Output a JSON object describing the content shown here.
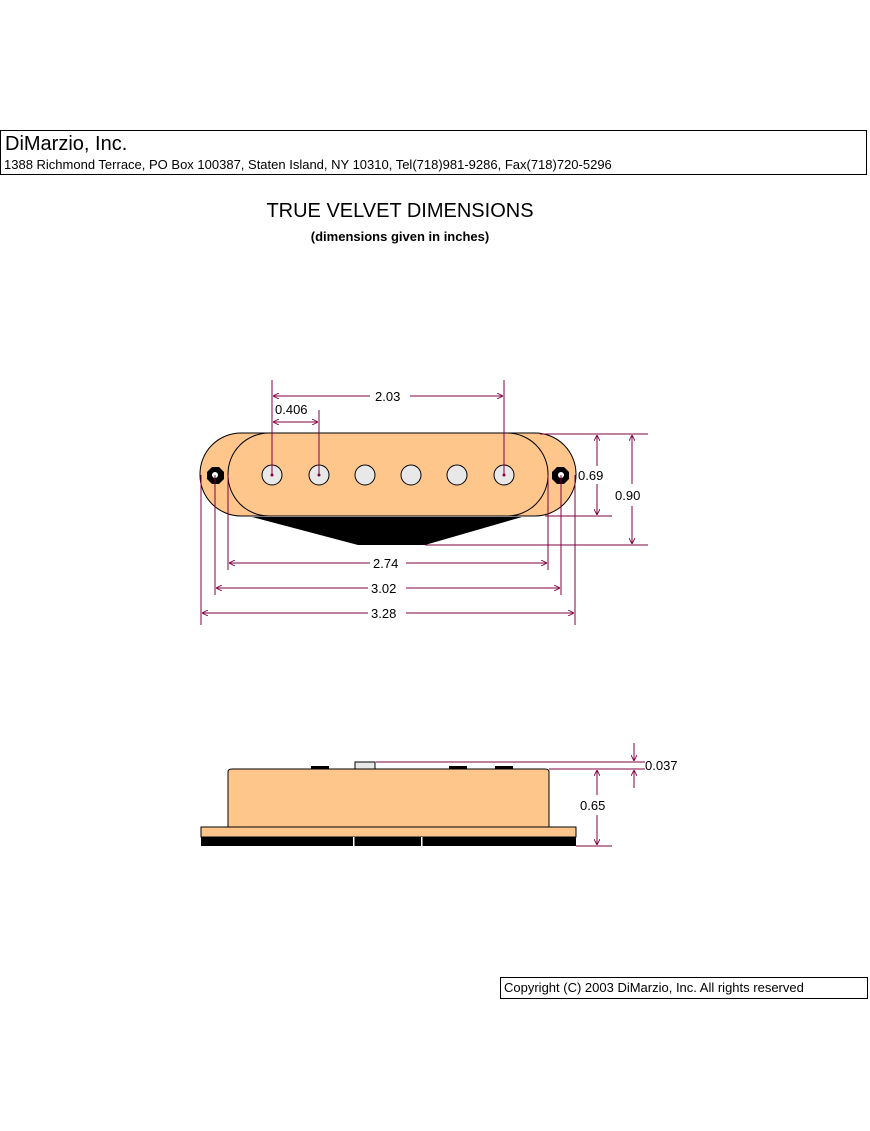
{
  "header": {
    "company_name": "DiMarzio, Inc.",
    "address": "1388 Richmond Terrace, PO Box 100387, Staten Island, NY 10310, Tel(718)981-9286, Fax(718)720-5296"
  },
  "title": "TRUE VELVET DIMENSIONS",
  "subtitle": "(dimensions given in inches)",
  "dimensions": {
    "pole_span": "2.03",
    "pole_spacing": "0.406",
    "cover_length": "2.74",
    "mount_hole_spacing": "3.02",
    "overall_length": "3.28",
    "cover_width": "0.69",
    "overall_width": "0.90",
    "pole_height": "0.037",
    "body_height": "0.65"
  },
  "colors": {
    "body_fill": "#ffc68c",
    "dimension_line": "#800040",
    "base_fill": "#000000"
  },
  "copyright": "Copyright (C) 2003 DiMarzio, Inc. All rights reserved"
}
